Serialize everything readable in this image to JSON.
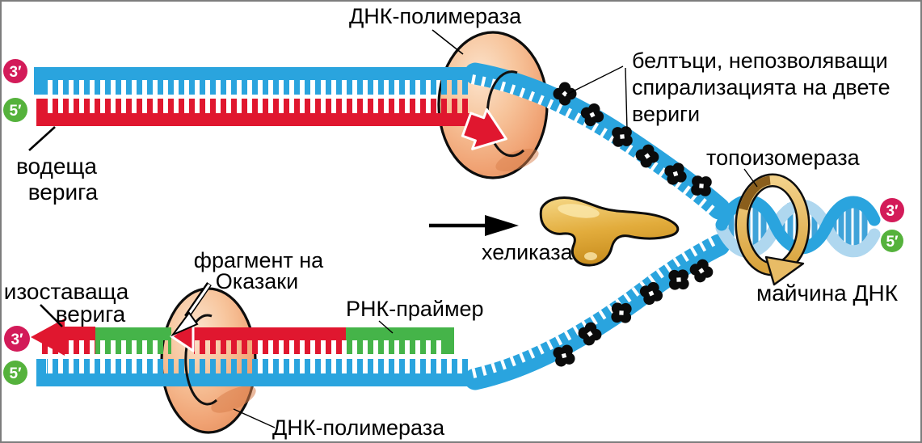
{
  "diagram": {
    "labels": {
      "dna_polymerase_top": "ДНК-полимераза",
      "ssb_line1": "белтъци, непозволяващи",
      "ssb_line2": "спирализацията на двете",
      "ssb_line3": "вериги",
      "topoisomerase": "топоизомераза",
      "helicase": "хеликаза",
      "mother_dna": "майчина ДНК",
      "leading_line1": "водеща",
      "leading_line2": "верига",
      "lagging_line1": "изоставаща",
      "lagging_line2": "верига",
      "okazaki_line1": "фрагмент на",
      "okazaki_line2": "Оказаки",
      "rna_primer": "РНК-праймер",
      "dna_polymerase_bottom": "ДНК-полимераза"
    },
    "markers": {
      "leading_3": "3′",
      "leading_5": "5′",
      "lagging_3": "3′",
      "lagging_5": "5′",
      "mother_3": "3′",
      "mother_5": "5′"
    },
    "colors": {
      "template_strand_blue": "#2AA4DE",
      "new_strand_red": "#E0172F",
      "rna_primer_green": "#45B449",
      "marker_3_crimson": "#D31B59",
      "marker_5_green": "#55B23C",
      "helicase_gold": "#DFA939",
      "topoisomerase_tan": "#E8BC66",
      "ssb_black": "#0B0B0B",
      "text_black": "#000000",
      "border_gray": "#7D7D7D"
    }
  }
}
